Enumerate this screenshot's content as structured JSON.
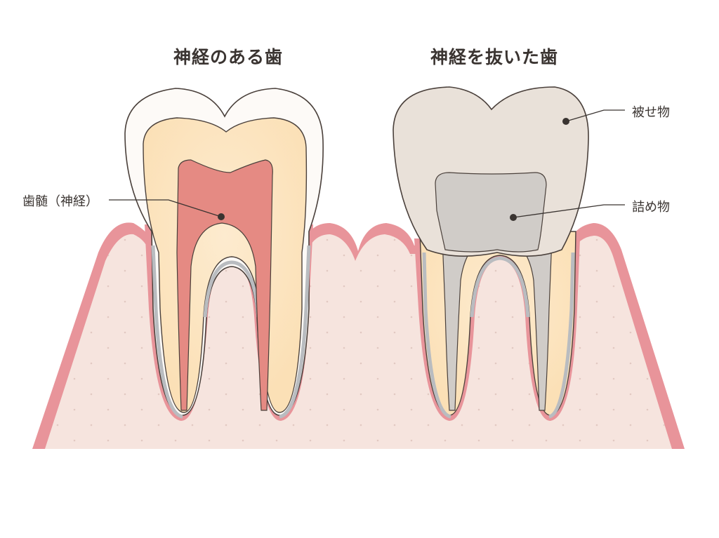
{
  "titles": {
    "left": "神経のある歯",
    "right": "神経を抜いた歯"
  },
  "labels": {
    "pulp": "歯髄（神経）",
    "crown": "被せ物",
    "filling": "詰め物"
  },
  "colors": {
    "gum": "#e8949a",
    "bone": "#f6e4de",
    "enamel": "#fdfaf7",
    "dentin": "#fde7c2",
    "pulp": "#e58a83",
    "crown": "#e9e1d9",
    "filling": "#d0ccc8",
    "outline": "#4a403b"
  }
}
